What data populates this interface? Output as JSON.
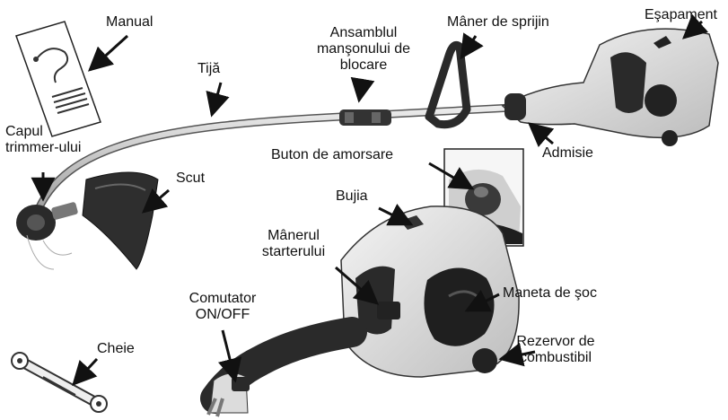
{
  "diagram": {
    "labels": {
      "manual": "Manual",
      "tija": "Tijă",
      "ansamblu": "Ansamblul\nmanşonului de\nblocare",
      "maner_sprijin": "Mâner de sprijin",
      "esapament": "Eşapament",
      "capul": "Capul\ntrimmer-ului",
      "scut": "Scut",
      "admisie": "Admisie",
      "buton_amorsare": "Buton de amorsare",
      "bujia": "Bujia",
      "maner_starter": "Mânerul\nstarterului",
      "comutator": "Comutator\nON/OFF",
      "maneta_soc": "Maneta de şoc",
      "cheie": "Cheie",
      "rezervor": "Rezervor de\ncombustibil"
    },
    "colors": {
      "ink": "#111111",
      "body_light": "#e4e4e4",
      "body_dark": "#2a2a2a",
      "shaft": "#cfcfcf"
    }
  }
}
